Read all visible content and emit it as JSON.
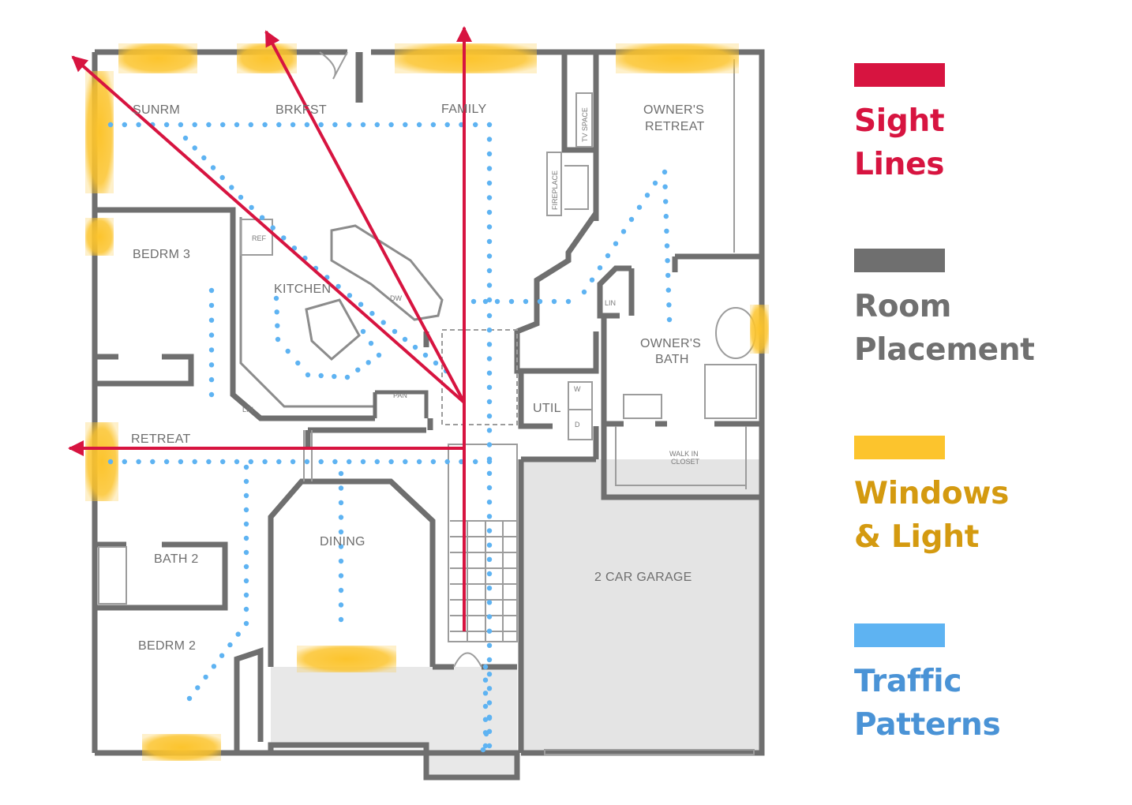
{
  "rooms": {
    "sunroom": "SUNRM",
    "breakfast": "BRKFST",
    "family": "FAMILY",
    "owners_retreat": [
      "OWNER'S",
      "RETREAT"
    ],
    "bedroom3": "BEDRM 3",
    "kitchen": "KITCHEN",
    "owners_bath": [
      "OWNER'S",
      "BATH"
    ],
    "retreat": "RETREAT",
    "utility": "UTIL",
    "dining": "DINING",
    "bath2": "BATH 2",
    "garage": "2 CAR GARAGE",
    "bedroom2": "BEDRM 2"
  },
  "fixtures": {
    "tv_space": "TV SPACE",
    "fireplace": "FIREPLACE",
    "refrigerator": "REF",
    "dishwasher": "DW",
    "pantry": "PAN",
    "linen_hall": "LIN",
    "linen_bath": "LIN",
    "washer": "W",
    "dryer": "D",
    "walk_in_closet": [
      "WALK IN",
      "CLOSET"
    ]
  },
  "legend": [
    {
      "id": "sight-lines",
      "lines": [
        "Sight",
        "Lines"
      ],
      "color": "#d71440",
      "text_color": "#d71440"
    },
    {
      "id": "room-placement",
      "lines": [
        "Room",
        "Placement"
      ],
      "color": "#6f6f6f",
      "text_color": "#707070"
    },
    {
      "id": "windows-light",
      "lines": [
        "Windows",
        "& Light"
      ],
      "color": "#fcc42d",
      "text_color": "#d49a10"
    },
    {
      "id": "traffic-patterns",
      "lines": [
        "Traffic",
        "Patterns"
      ],
      "color": "#5eb3f2",
      "text_color": "#4a93d6"
    }
  ],
  "colors": {
    "wall": "#6f6f6f",
    "wall_light": "#a5a5a5",
    "garage_fill": "#e4e4e4",
    "sight_line": "#d71440",
    "traffic": "#5eb3f2",
    "window": "#fcc42d"
  }
}
